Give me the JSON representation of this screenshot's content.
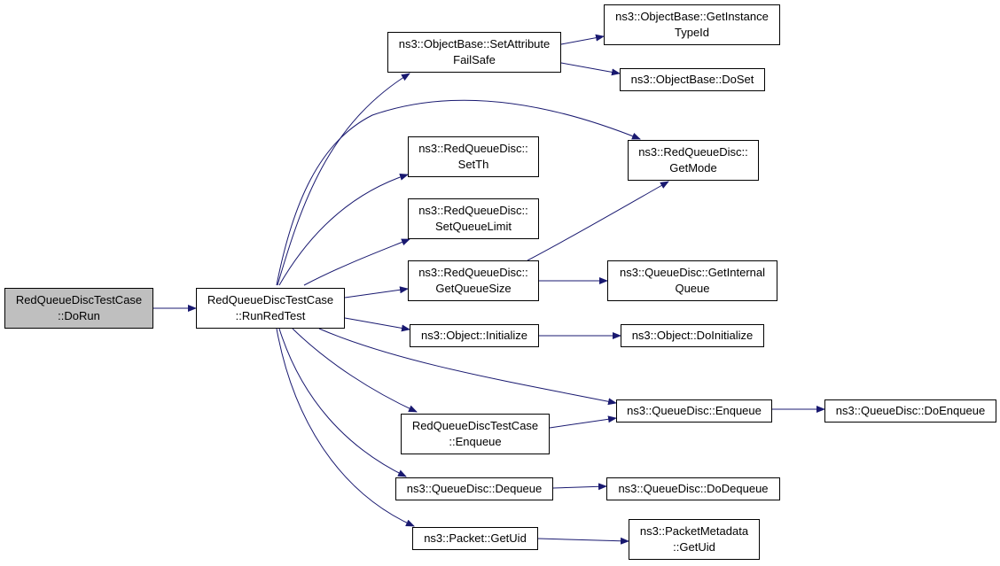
{
  "graph": {
    "colors": {
      "edge": "#191970",
      "node_border": "#000000",
      "root_fill": "#bfbfbf",
      "node_fill": "#ffffff"
    },
    "nodes": [
      {
        "id": "doRun",
        "lines": [
          "RedQueueDiscTestCase",
          "::DoRun"
        ],
        "root": true
      },
      {
        "id": "runRedTest",
        "lines": [
          "RedQueueDiscTestCase",
          "::RunRedTest"
        ]
      },
      {
        "id": "setAttrFailSafe",
        "lines": [
          "ns3::ObjectBase::SetAttribute",
          "FailSafe"
        ]
      },
      {
        "id": "getInstanceTypeId",
        "lines": [
          "ns3::ObjectBase::GetInstance",
          "TypeId"
        ]
      },
      {
        "id": "doSet",
        "lines": [
          "ns3::ObjectBase::DoSet"
        ]
      },
      {
        "id": "getMode",
        "lines": [
          "ns3::RedQueueDisc::",
          "GetMode"
        ]
      },
      {
        "id": "setTh",
        "lines": [
          "ns3::RedQueueDisc::",
          "SetTh"
        ]
      },
      {
        "id": "setQueueLimit",
        "lines": [
          "ns3::RedQueueDisc::",
          "SetQueueLimit"
        ]
      },
      {
        "id": "getQueueSize",
        "lines": [
          "ns3::RedQueueDisc::",
          "GetQueueSize"
        ]
      },
      {
        "id": "getInternalQueue",
        "lines": [
          "ns3::QueueDisc::GetInternal",
          "Queue"
        ]
      },
      {
        "id": "objInitialize",
        "lines": [
          "ns3::Object::Initialize"
        ]
      },
      {
        "id": "objDoInitialize",
        "lines": [
          "ns3::Object::DoInitialize"
        ]
      },
      {
        "id": "qdEnqueue",
        "lines": [
          "ns3::QueueDisc::Enqueue"
        ]
      },
      {
        "id": "qdDoEnqueue",
        "lines": [
          "ns3::QueueDisc::DoEnqueue"
        ]
      },
      {
        "id": "tcEnqueue",
        "lines": [
          "RedQueueDiscTestCase",
          "::Enqueue"
        ]
      },
      {
        "id": "qdDequeue",
        "lines": [
          "ns3::QueueDisc::Dequeue"
        ]
      },
      {
        "id": "qdDoDequeue",
        "lines": [
          "ns3::QueueDisc::DoDequeue"
        ]
      },
      {
        "id": "pktGetUid",
        "lines": [
          "ns3::Packet::GetUid"
        ]
      },
      {
        "id": "pmGetUid",
        "lines": [
          "ns3::PacketMetadata",
          "::GetUid"
        ]
      }
    ],
    "edges": [
      [
        "doRun",
        "runRedTest"
      ],
      [
        "runRedTest",
        "setAttrFailSafe"
      ],
      [
        "runRedTest",
        "getMode"
      ],
      [
        "runRedTest",
        "setTh"
      ],
      [
        "runRedTest",
        "setQueueLimit"
      ],
      [
        "runRedTest",
        "getQueueSize"
      ],
      [
        "runRedTest",
        "objInitialize"
      ],
      [
        "runRedTest",
        "qdEnqueue"
      ],
      [
        "runRedTest",
        "tcEnqueue"
      ],
      [
        "runRedTest",
        "qdDequeue"
      ],
      [
        "runRedTest",
        "pktGetUid"
      ],
      [
        "setAttrFailSafe",
        "getInstanceTypeId"
      ],
      [
        "setAttrFailSafe",
        "doSet"
      ],
      [
        "getQueueSize",
        "getMode"
      ],
      [
        "getQueueSize",
        "getInternalQueue"
      ],
      [
        "objInitialize",
        "objDoInitialize"
      ],
      [
        "tcEnqueue",
        "qdEnqueue"
      ],
      [
        "qdEnqueue",
        "qdDoEnqueue"
      ],
      [
        "qdDequeue",
        "qdDoDequeue"
      ],
      [
        "pktGetUid",
        "pmGetUid"
      ]
    ]
  }
}
